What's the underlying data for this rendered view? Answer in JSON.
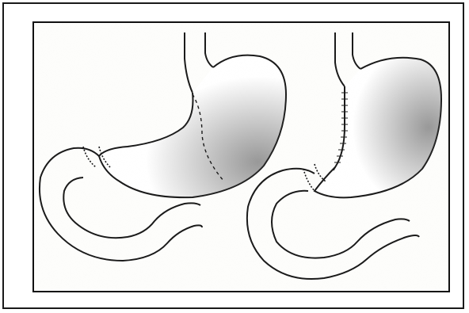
{
  "figure": {
    "panels": [
      {
        "id": "before",
        "view": "stomach-with-dashed-resection-line"
      },
      {
        "id": "after",
        "view": "sleeve-stomach-with-staple-line"
      }
    ]
  },
  "colors": {
    "line": "#1a1a1a",
    "shading": "#555555",
    "paper": "#fdfdfb",
    "border": "#111111"
  }
}
